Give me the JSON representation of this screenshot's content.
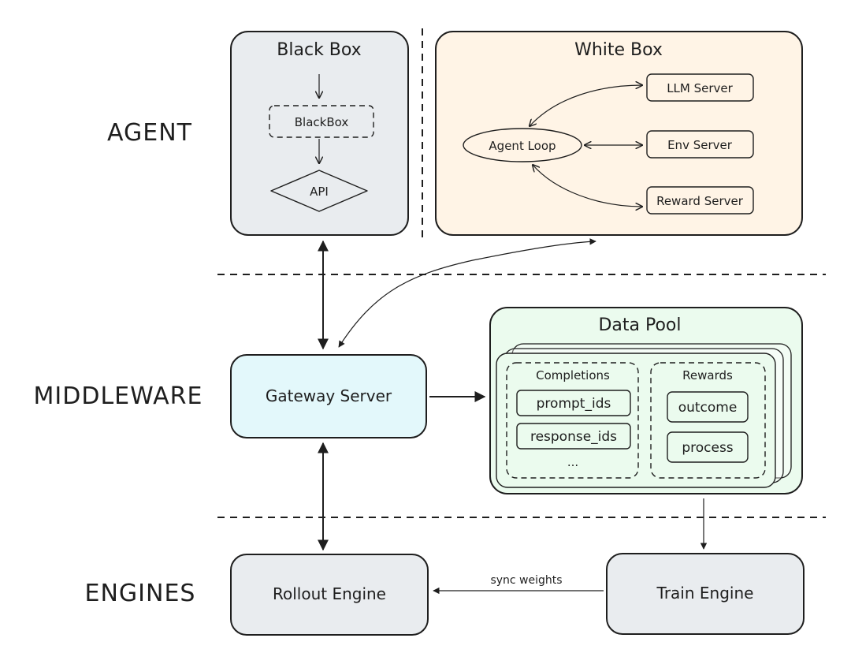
{
  "layers": {
    "agent": "AGENT",
    "middleware": "MIDDLEWARE",
    "engines": "ENGINES"
  },
  "black_box": {
    "title": "Black Box",
    "inner_node": "BlackBox",
    "api_node": "API",
    "fill": "#e9ecef"
  },
  "white_box": {
    "title": "White Box",
    "agent_loop": "Agent Loop",
    "llm_server": "LLM Server",
    "env_server": "Env Server",
    "reward_server": "Reward Server",
    "fill": "#fff4e6"
  },
  "gateway": {
    "label": "Gateway Server",
    "fill": "#e3f8fb"
  },
  "data_pool": {
    "title": "Data Pool",
    "fill": "#ebfbee",
    "completions": {
      "title": "Completions",
      "items": [
        "prompt_ids",
        "response_ids",
        "..."
      ]
    },
    "rewards": {
      "title": "Rewards",
      "items": [
        "outcome",
        "process"
      ]
    }
  },
  "engines": {
    "rollout": "Rollout Engine",
    "train": "Train Engine",
    "fill": "#e9ecef"
  },
  "edges": {
    "sync_weights": "sync weights"
  }
}
